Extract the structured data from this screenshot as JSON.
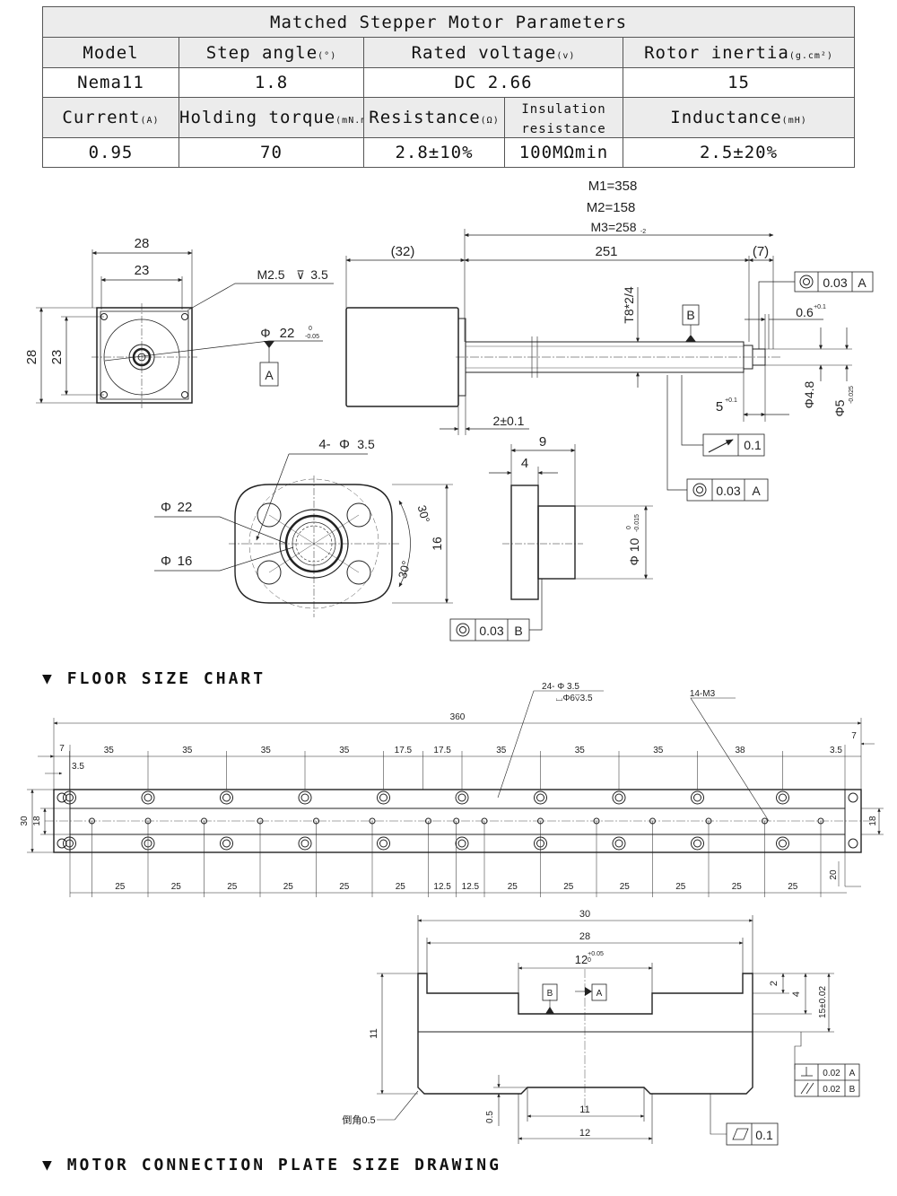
{
  "table": {
    "title": "Matched Stepper Motor Parameters",
    "row1_headers": [
      {
        "label": "Model",
        "unit": ""
      },
      {
        "label": "Step angle",
        "unit": "(°)"
      },
      {
        "label": "Rated voltage",
        "unit": "(v)"
      },
      {
        "label": "Rotor inertia",
        "unit": "(g.cm²)"
      }
    ],
    "row1_values": [
      "Nema11",
      "1.8",
      "DC 2.66",
      "15"
    ],
    "row2_headers": [
      {
        "label": "Current",
        "unit": "(A)"
      },
      {
        "label": "Holding torque",
        "unit": "(mN.m)"
      },
      {
        "label": "Resistance",
        "unit": "(Ω)"
      },
      {
        "label": "Insulation resistance",
        "unit": ""
      },
      {
        "label": "Inductance",
        "unit": "(mH)"
      }
    ],
    "row2_values": [
      "0.95",
      "70",
      "2.8±10%",
      "100MΩmin",
      "2.5±20%"
    ]
  },
  "motor_front": {
    "dims": [
      "28",
      "23",
      "28",
      "23"
    ],
    "thread": "M2.5",
    "thread_depth": "3.5",
    "pilot_dia": "22",
    "pilot_tol": "-0.05",
    "datum": "A"
  },
  "motor_side": {
    "body_len": "(32)",
    "screw_len": "251",
    "tail_len": "(7)",
    "m1": "M1=358",
    "m2": "M2=158",
    "m3": "M3=258",
    "m3_tol": "-2",
    "thread_spec": "T8*2/4",
    "datum_b": "B",
    "fc_top": [
      "0.03",
      "A"
    ],
    "end_len": "0.6",
    "end_len_tol": "+0.1",
    "step_len": "5",
    "step_len_tol": "+0.1",
    "flange_gap": "2±0.1",
    "dia1": "4.8",
    "dia2": "5",
    "dia2_tol": "-0.025",
    "fc_runout": "0.1",
    "fc_mid": [
      "0.03",
      "A"
    ]
  },
  "nut": {
    "holes": "4-",
    "hole_dia": "3.5",
    "d_outer": "22",
    "d_inner": "16",
    "angle_top": "30°",
    "angle_bot": "30°",
    "height": "16",
    "side_len": "9",
    "flange_thk": "4",
    "neck_dia": "10",
    "neck_tol": "-0.015",
    "fc": [
      "0.03",
      "B"
    ]
  },
  "floor": {
    "title": "FLOOR SIZE CHART",
    "holes_label": "24-",
    "hole_dia": "3.5",
    "cbore": "Φ6",
    "cbore_depth": "3.5",
    "thread_label": "14-M3",
    "total": "360",
    "left_offset": "7",
    "left_small": "3.5",
    "right_offset": "7",
    "right_small": "3.5",
    "top_spacings": [
      "35",
      "35",
      "35",
      "35",
      "17.5",
      "17.5",
      "35",
      "35",
      "35",
      "38"
    ],
    "bottom_spacings": [
      "25",
      "25",
      "25",
      "25",
      "25",
      "25",
      "12.5",
      "12.5",
      "25",
      "25",
      "25",
      "25",
      "25",
      "25"
    ],
    "height_outer": "30",
    "height_inner": "18",
    "right_height": "18",
    "right_bottom": "20"
  },
  "plate": {
    "width": "30",
    "inner": "28",
    "slot": "12",
    "slot_tol": "+0.05",
    "datum_b": "B",
    "datum_a": "A",
    "height": "11",
    "d2": "2",
    "d4": "4",
    "d15": "15±0.02",
    "chamfer": "倒角0.5",
    "foot": "0.5",
    "bottom_inner": "11",
    "bottom_outer": "12",
    "fc_perp": [
      "0.02",
      "A"
    ],
    "fc_par": [
      "0.02",
      "B"
    ],
    "fc_flat": "0.1"
  },
  "sections": {
    "floor_title": "FLOOR SIZE CHART",
    "plate_title": "MOTOR CONNECTION PLATE SIZE DRAWING"
  }
}
